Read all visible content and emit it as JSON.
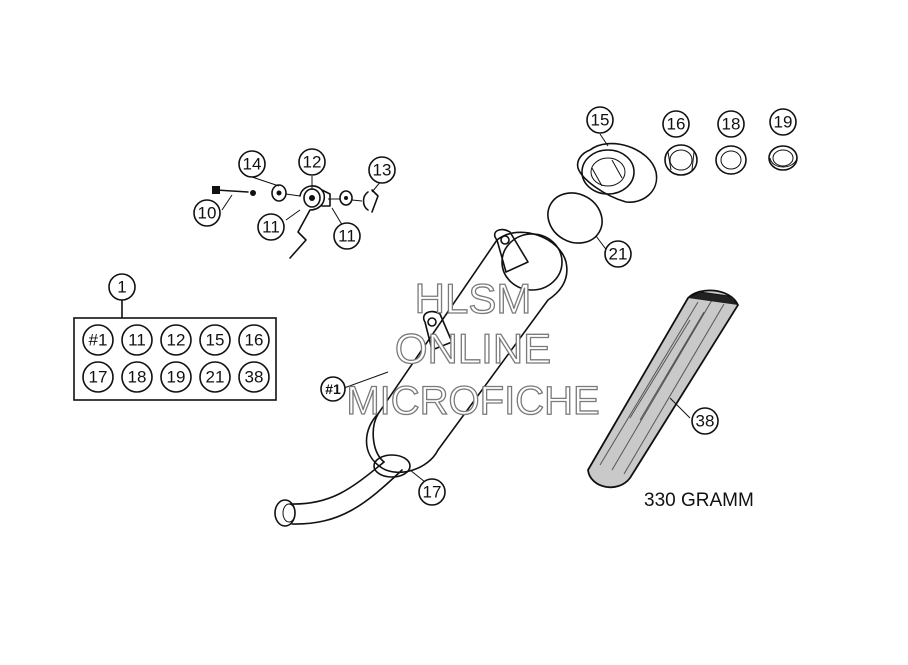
{
  "callouts": {
    "c1": "1",
    "c10": "10",
    "c11a": "11",
    "c11b": "11",
    "c12": "12",
    "c13": "13",
    "c14": "14",
    "c15": "15",
    "c16": "16",
    "c17": "17",
    "c18": "18",
    "c19": "19",
    "c21": "21",
    "c38": "38",
    "cs1": "#1"
  },
  "kit_items": [
    "#1",
    "11",
    "12",
    "15",
    "16",
    "17",
    "18",
    "19",
    "21",
    "38"
  ],
  "watermark": {
    "line1": "HLSM",
    "line2": "ONLINE",
    "line3": "MICROFICHE"
  },
  "note": "330 GRAMM"
}
